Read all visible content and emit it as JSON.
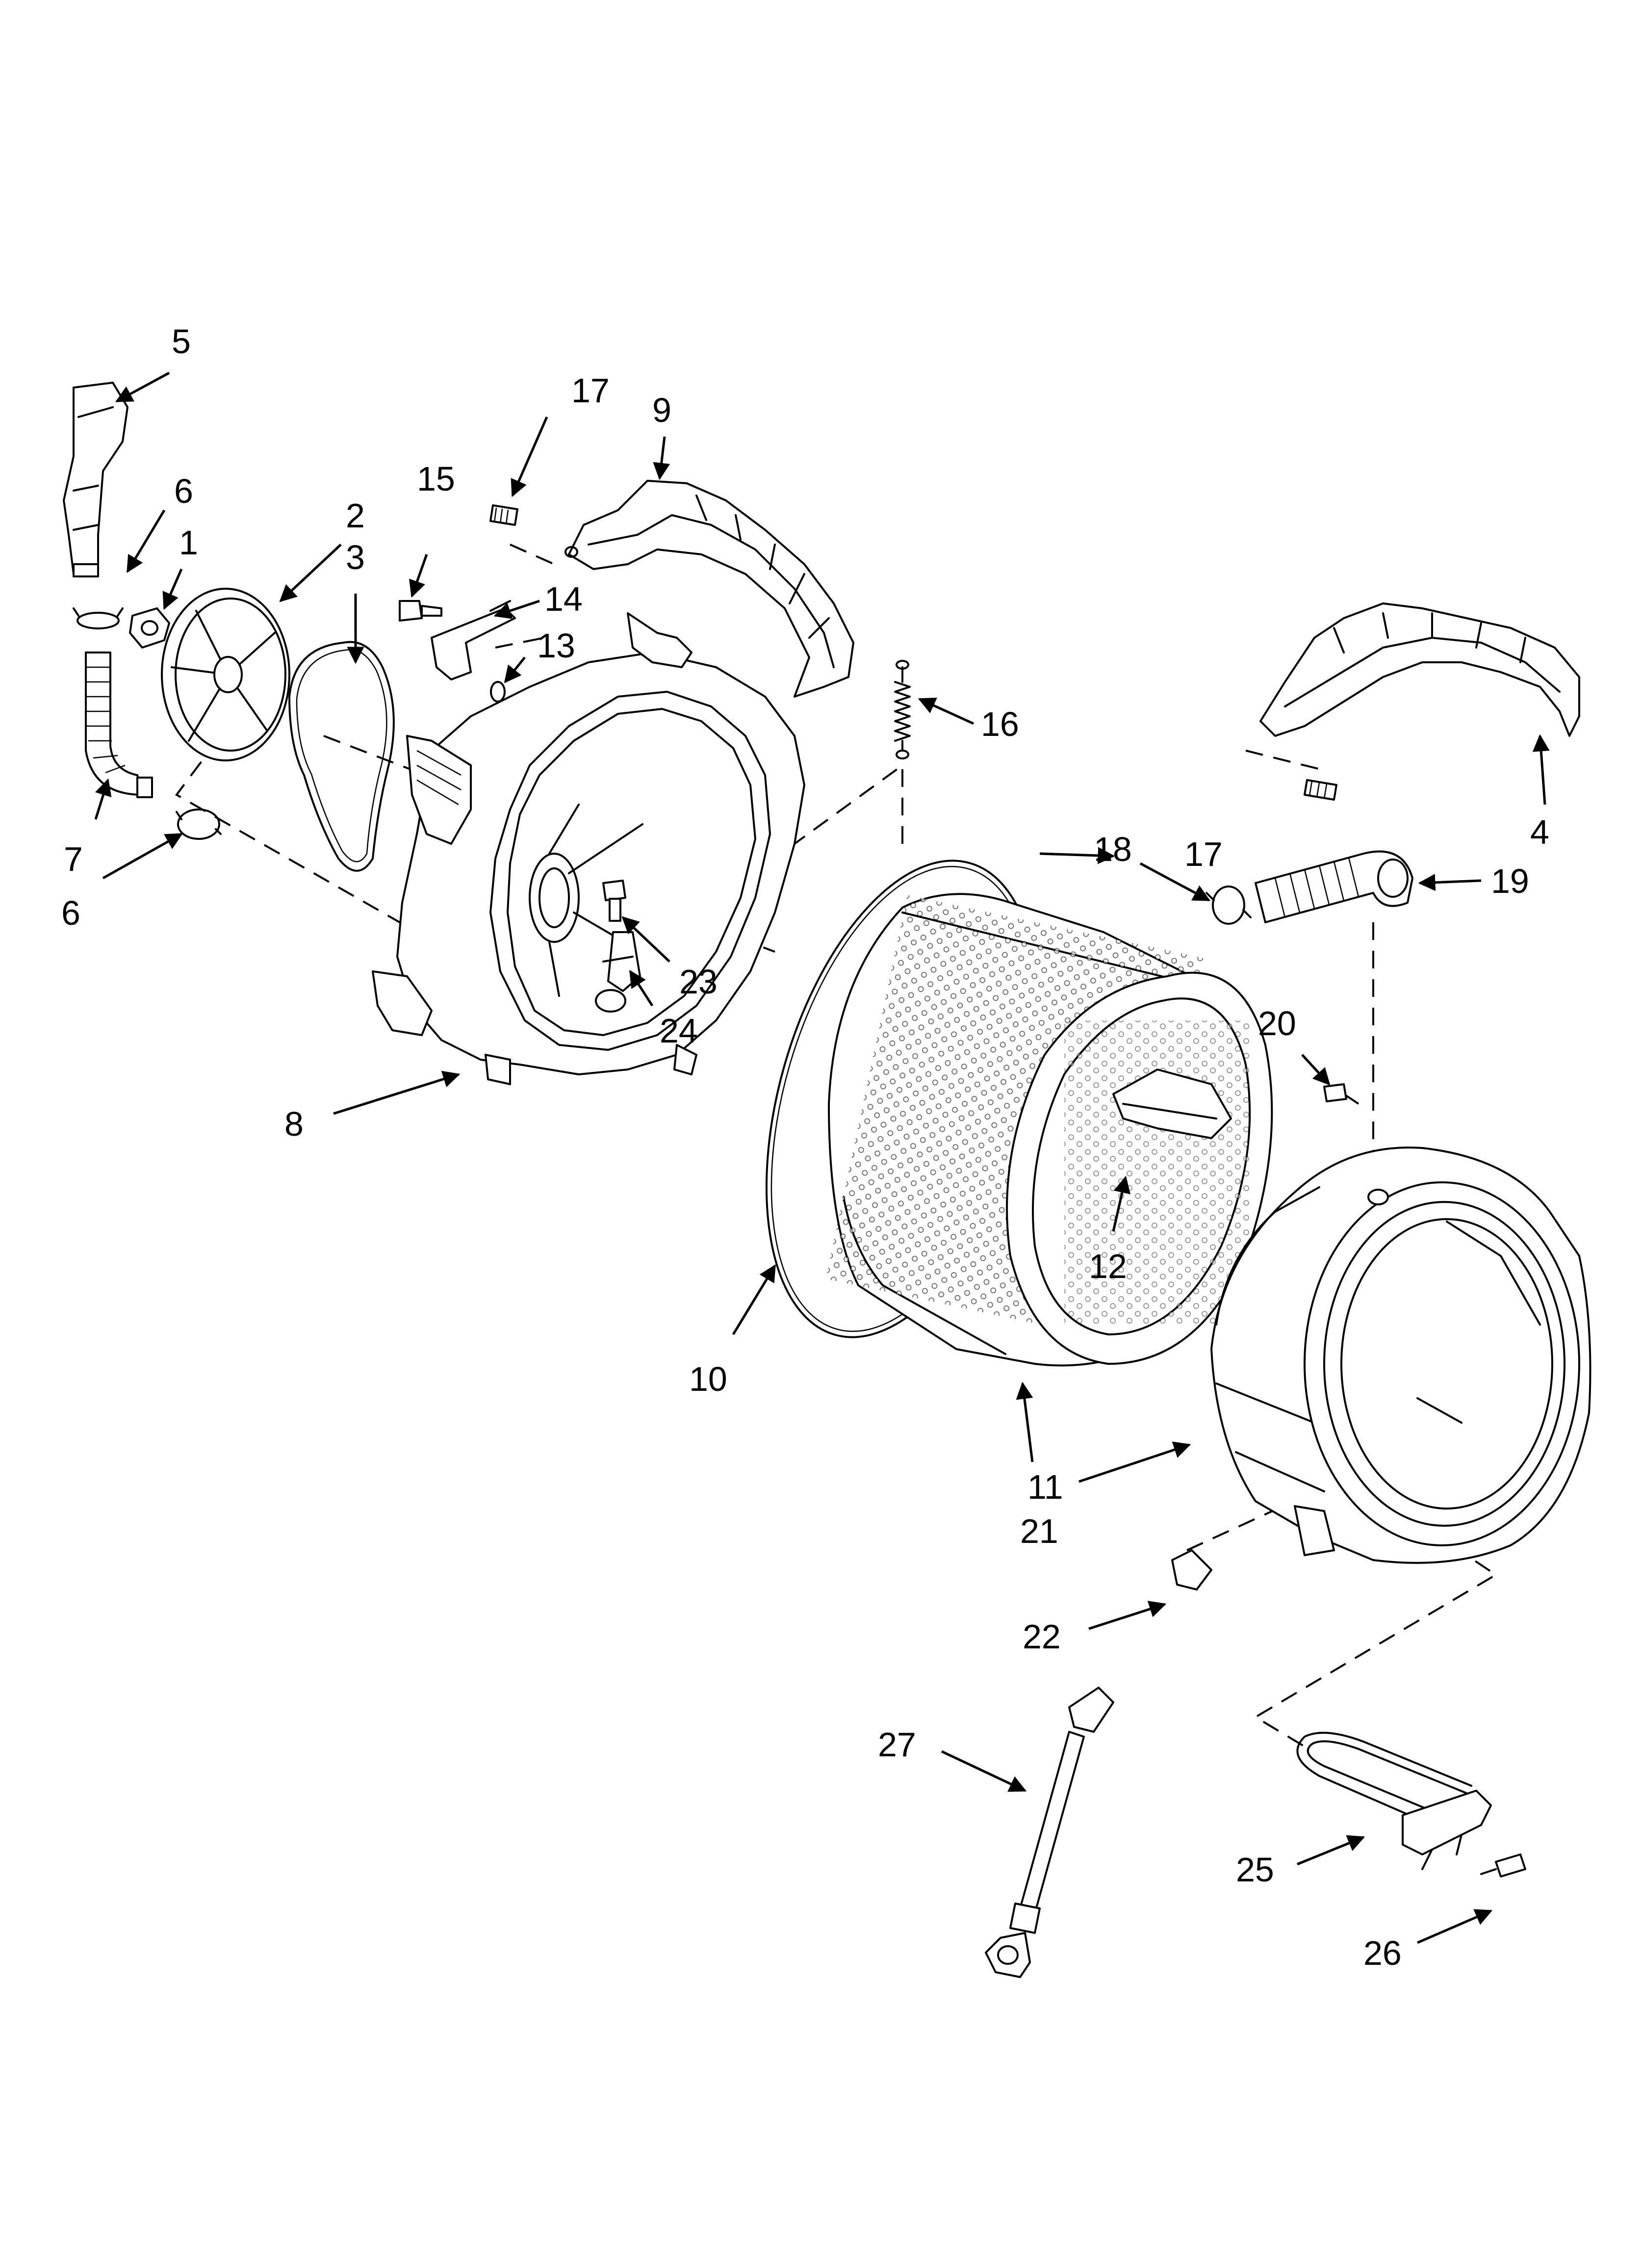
{
  "callouts": {
    "c1": "1",
    "c2": "2",
    "c3": "3",
    "c4": "4",
    "c5": "5",
    "c6a": "6",
    "c6b": "6",
    "c7": "7",
    "c8": "8",
    "c9": "9",
    "c10": "10",
    "c11": "11",
    "c12": "12",
    "c13": "13",
    "c14": "14",
    "c15": "15",
    "c16": "16",
    "c17a": "17",
    "c17b": "17",
    "c18": "18",
    "c19": "19",
    "c20": "20",
    "c21": "21",
    "c22": "22",
    "c23": "23",
    "c24": "24",
    "c25": "25",
    "c26": "26",
    "c27": "27"
  }
}
